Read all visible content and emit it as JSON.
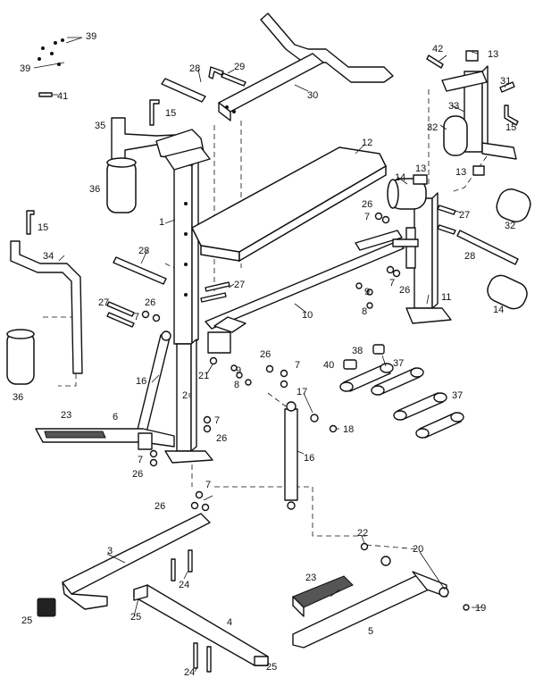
{
  "diagram": {
    "type": "exploded-parts-diagram",
    "callouts": [
      {
        "id": "c39a",
        "text": "39"
      },
      {
        "id": "c39b",
        "text": "39"
      },
      {
        "id": "c41",
        "text": "41"
      },
      {
        "id": "c28a",
        "text": "28"
      },
      {
        "id": "c29",
        "text": "29"
      },
      {
        "id": "c30",
        "text": "30"
      },
      {
        "id": "c42",
        "text": "42"
      },
      {
        "id": "c13a",
        "text": "13"
      },
      {
        "id": "c31",
        "text": "31"
      },
      {
        "id": "c33",
        "text": "33"
      },
      {
        "id": "c32a",
        "text": "32"
      },
      {
        "id": "c15a",
        "text": "15"
      },
      {
        "id": "c35",
        "text": "35"
      },
      {
        "id": "c15b",
        "text": "15"
      },
      {
        "id": "c36a",
        "text": "36"
      },
      {
        "id": "c12",
        "text": "12"
      },
      {
        "id": "c13b",
        "text": "13"
      },
      {
        "id": "c13c",
        "text": "13"
      },
      {
        "id": "c14a",
        "text": "14"
      },
      {
        "id": "c32b",
        "text": "32"
      },
      {
        "id": "c1",
        "text": "1"
      },
      {
        "id": "c26a",
        "text": "26"
      },
      {
        "id": "c7a",
        "text": "7"
      },
      {
        "id": "c27a",
        "text": "27"
      },
      {
        "id": "c15c",
        "text": "15"
      },
      {
        "id": "c34",
        "text": "34"
      },
      {
        "id": "c28b",
        "text": "28"
      },
      {
        "id": "c28c",
        "text": "28"
      },
      {
        "id": "c27b",
        "text": "27"
      },
      {
        "id": "c26b",
        "text": "26"
      },
      {
        "id": "c9a",
        "text": "9"
      },
      {
        "id": "c7b",
        "text": "7"
      },
      {
        "id": "c8a",
        "text": "8"
      },
      {
        "id": "c11",
        "text": "11"
      },
      {
        "id": "c14b",
        "text": "14"
      },
      {
        "id": "c27c",
        "text": "27"
      },
      {
        "id": "c26c",
        "text": "26"
      },
      {
        "id": "c7c",
        "text": "7"
      },
      {
        "id": "c10",
        "text": "10"
      },
      {
        "id": "c36b",
        "text": "36"
      },
      {
        "id": "c38",
        "text": "38"
      },
      {
        "id": "c40",
        "text": "40"
      },
      {
        "id": "c37a",
        "text": "37"
      },
      {
        "id": "c37b",
        "text": "37"
      },
      {
        "id": "c21",
        "text": "21"
      },
      {
        "id": "c26d",
        "text": "26"
      },
      {
        "id": "c7d",
        "text": "7"
      },
      {
        "id": "c9b",
        "text": "9"
      },
      {
        "id": "c8b",
        "text": "8"
      },
      {
        "id": "c16a",
        "text": "16"
      },
      {
        "id": "c2",
        "text": "2"
      },
      {
        "id": "c17",
        "text": "17"
      },
      {
        "id": "c18",
        "text": "18"
      },
      {
        "id": "c23a",
        "text": "23"
      },
      {
        "id": "c6",
        "text": "6"
      },
      {
        "id": "c7e",
        "text": "7"
      },
      {
        "id": "c26e",
        "text": "26"
      },
      {
        "id": "c16b",
        "text": "16"
      },
      {
        "id": "c7f",
        "text": "7"
      },
      {
        "id": "c26f",
        "text": "26"
      },
      {
        "id": "c7g",
        "text": "7"
      },
      {
        "id": "c26g",
        "text": "26"
      },
      {
        "id": "c22",
        "text": "22"
      },
      {
        "id": "c20",
        "text": "20"
      },
      {
        "id": "c3",
        "text": "3"
      },
      {
        "id": "c24a",
        "text": "24"
      },
      {
        "id": "c23b",
        "text": "23"
      },
      {
        "id": "c25a",
        "text": "25"
      },
      {
        "id": "c25b",
        "text": "25"
      },
      {
        "id": "c4",
        "text": "4"
      },
      {
        "id": "c5",
        "text": "5"
      },
      {
        "id": "c19",
        "text": "19"
      },
      {
        "id": "c24b",
        "text": "24"
      },
      {
        "id": "c25c",
        "text": "25"
      }
    ]
  }
}
